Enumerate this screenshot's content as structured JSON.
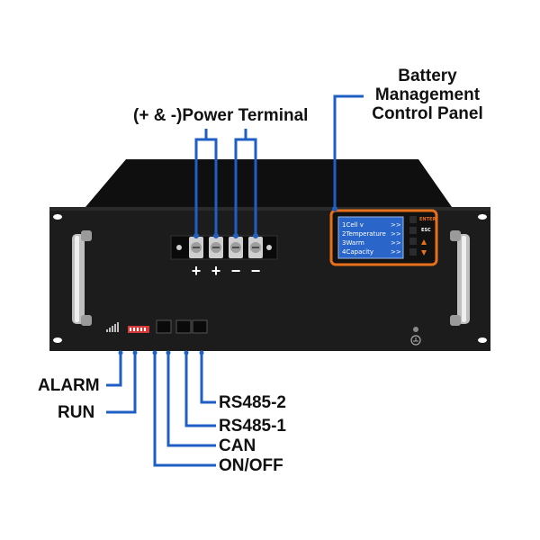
{
  "labels": {
    "power_terminal": "(+ & -)Power Terminal",
    "bms_line1": "Battery",
    "bms_line2": "Management",
    "bms_line3": "Control Panel",
    "alarm": "ALARM",
    "run": "RUN",
    "rs485_2": "RS485-2",
    "rs485_1": "RS485-1",
    "can": "CAN",
    "on_off": "ON/OFF"
  },
  "terminal_signs": [
    "+",
    "+",
    "−",
    "−"
  ],
  "lcd": {
    "lines": [
      "1Cell v",
      "2Temperature",
      "3Warm",
      "4Capacity"
    ],
    "arrows": ">>"
  },
  "buttons": {
    "enter": "ENTER",
    "esc": "ESC"
  },
  "colors": {
    "callout_line": "#1f5fc4",
    "highlight": "#e8701a",
    "chassis": "#1c1c1c",
    "lcd": "#2a66c9"
  }
}
